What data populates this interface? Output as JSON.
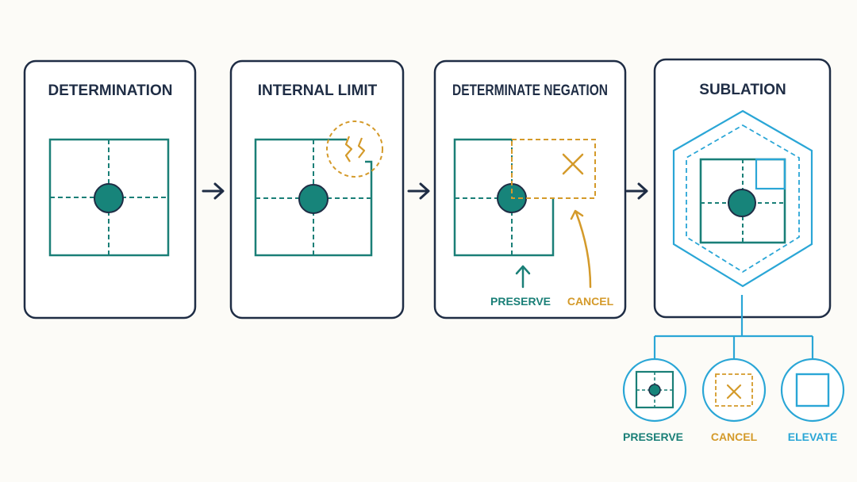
{
  "colors": {
    "navy": "#1f2d45",
    "teal": "#1a7f77",
    "teal_fill": "#17847a",
    "gold": "#d49a2a",
    "sky": "#2aa6d6",
    "background": "#fcfbf7"
  },
  "panels": [
    {
      "title": "DETERMINATION"
    },
    {
      "title": "INTERNAL LIMIT"
    },
    {
      "title": "DETERMINATE NEGATION",
      "labels": {
        "preserve": "PRESERVE",
        "cancel": "CANCEL"
      }
    },
    {
      "title": "SUBLATION"
    }
  ],
  "outcomes": [
    {
      "label": "PRESERVE",
      "icon": "preserve-icon"
    },
    {
      "label": "CANCEL",
      "icon": "cancel-icon"
    },
    {
      "label": "ELEVATE",
      "icon": "elevate-icon"
    }
  ]
}
